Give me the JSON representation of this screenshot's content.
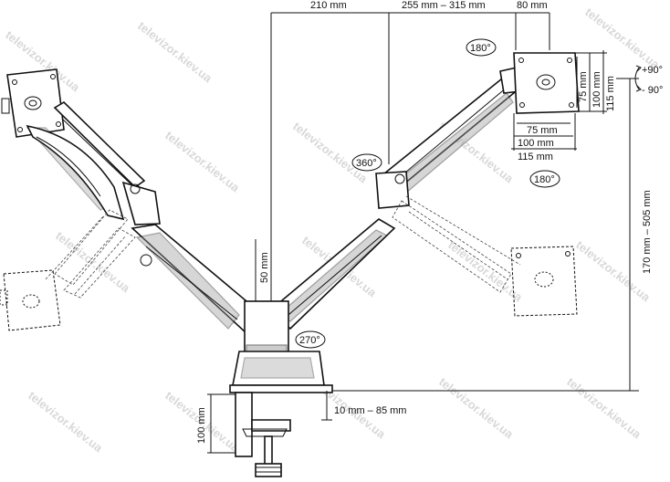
{
  "dimensions": {
    "top_span_left": "210 mm",
    "top_span_mid": "255 mm – 315 mm",
    "top_span_right": "80 mm",
    "vesa_h_75": "75 mm",
    "vesa_h_100": "100 mm",
    "vesa_h_115": "115 mm",
    "vesa_v_75": "75 mm",
    "vesa_v_100": "100 mm",
    "vesa_v_115": "115 mm",
    "height_range": "170 mm – 505 mm",
    "pole_offset": "50 mm",
    "clamp_thickness": "10 mm – 85 mm",
    "clamp_height": "100 mm"
  },
  "rotations": {
    "tilt_up": "+90°",
    "tilt_down": "- 90°",
    "pivot_top": "180°",
    "pivot_bottom": "180°",
    "swivel_arm": "360°",
    "swivel_base": "270°"
  },
  "watermark": "televizor.kiev.ua"
}
